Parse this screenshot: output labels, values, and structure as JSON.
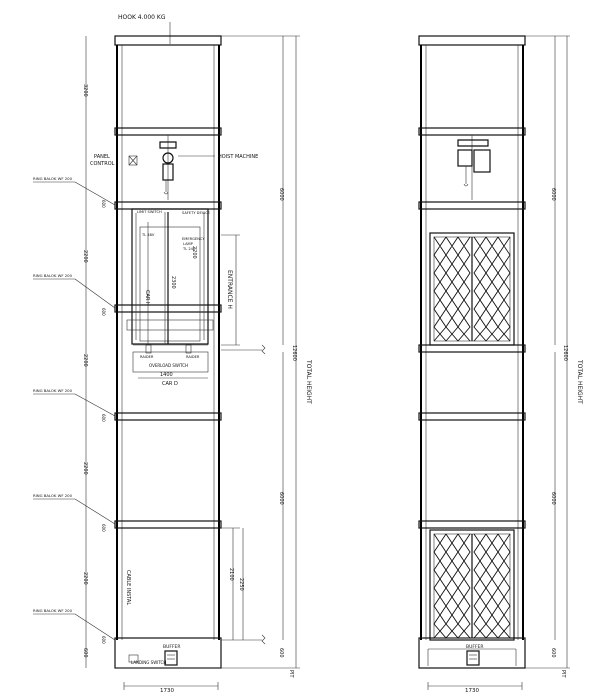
{
  "drawing": {
    "hook_label": "HOOK 4.000 KG",
    "hoist_label": "HOIST MACHINE",
    "panel_label": [
      "PANEL",
      "CONTROL"
    ],
    "ring_balok_label": "RING BALOK WF 200",
    "car_label_side": "CAR H",
    "car_d_label": "CAR D",
    "entrance_label": "ENTRANCE H",
    "total_height_label": "TOTAL HEIGHT",
    "cable_label": "CABLE INSTAL",
    "buffer_label": "BUFFER",
    "landing_switch_label": "LANDING SWITCH",
    "pit_label": "PIT",
    "overload_label": "OVERLOAD SWITCH",
    "raider_label": "RAIDER",
    "safety_device_label": "SAFETY DEVICE",
    "limit_switch_label": "LIMIT SWITCH",
    "emergency_label": [
      "EMERGENCY",
      "LAMP",
      "TL 24V"
    ],
    "tl_label": "TL 48V",
    "dims_left": [
      "3200",
      "2200",
      "2200",
      "2200",
      "2200",
      "600"
    ],
    "dim_600_top": "600",
    "dim_600_bottom": "600",
    "dim_6000": "6000",
    "dim_12600": "12600",
    "dim_6000_lower": "6000",
    "dim_2100": "2100",
    "dim_2250": "2250",
    "dim_2300": "2300",
    "dim_1400": "1400",
    "dim_1730_left": "1730",
    "dim_1730_right": "1730",
    "dim_2200_label": "2200",
    "dim_2400": "2400"
  }
}
